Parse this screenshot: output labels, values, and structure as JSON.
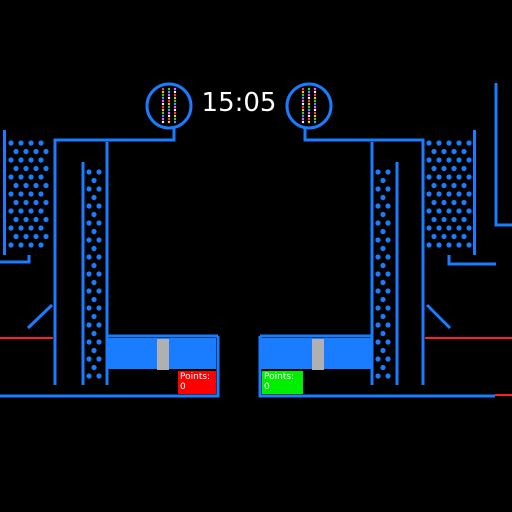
{
  "timer": "15:05",
  "colors": {
    "structure": "#1a7cff",
    "background": "#000000",
    "left_score_bg": "#ff0000",
    "right_score_bg": "#00ee00",
    "red_line": "#ff2020",
    "paddle_knob": "#b0b0b0"
  },
  "players": [
    {
      "side": "left",
      "points_label": "Points:",
      "points_value": "0",
      "score_color": "#ff0000"
    },
    {
      "side": "right",
      "points_label": "Points:",
      "points_value": "0",
      "score_color": "#00ee00"
    }
  ],
  "icons": {
    "left_gauge": "ball-gauge-icon",
    "right_gauge": "ball-gauge-icon"
  }
}
